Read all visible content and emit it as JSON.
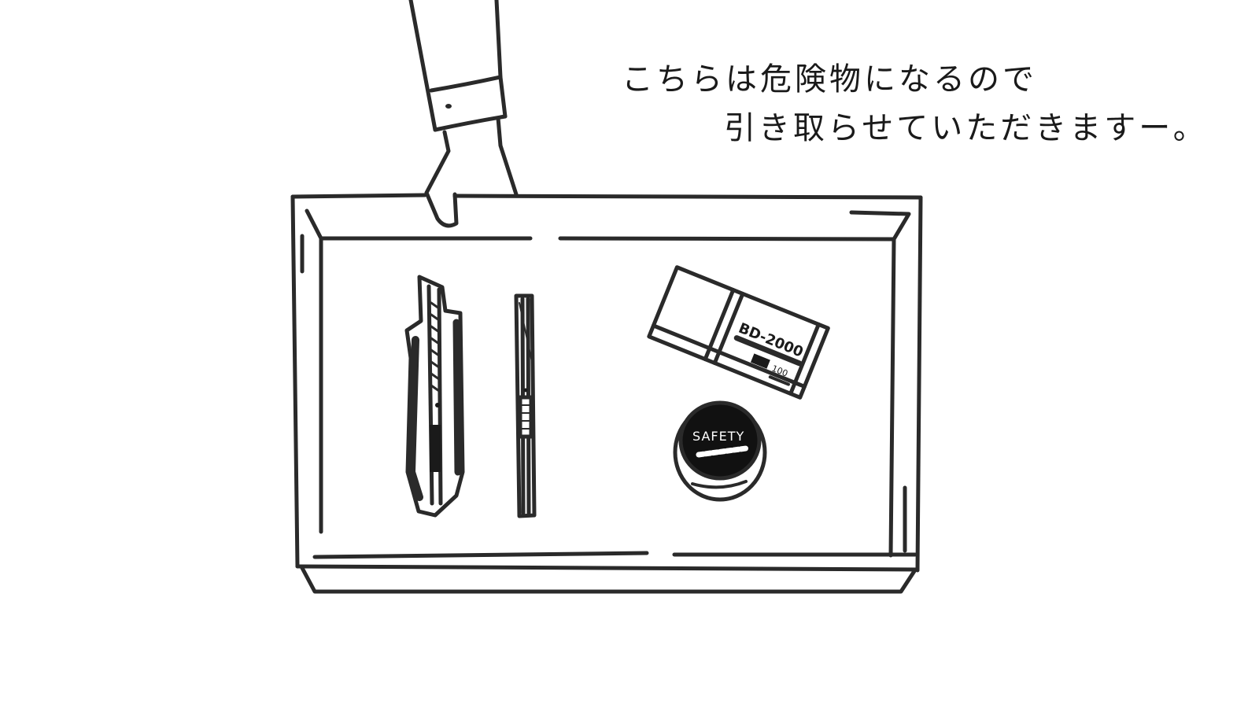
{
  "caption": {
    "line1": "こちらは危険物になるので",
    "line2": "引き取らせていただきますー。"
  },
  "tray": {
    "items": [
      {
        "name": "large-utility-knife",
        "label": ""
      },
      {
        "name": "slim-utility-knife",
        "label": ""
      },
      {
        "name": "blade-case",
        "label": "BD-2000",
        "sublabel": "100"
      },
      {
        "name": "blade-disposal-container",
        "label": "SAFETY"
      }
    ]
  },
  "colors": {
    "ink": "#1a1a1a",
    "background": "#ffffff"
  }
}
